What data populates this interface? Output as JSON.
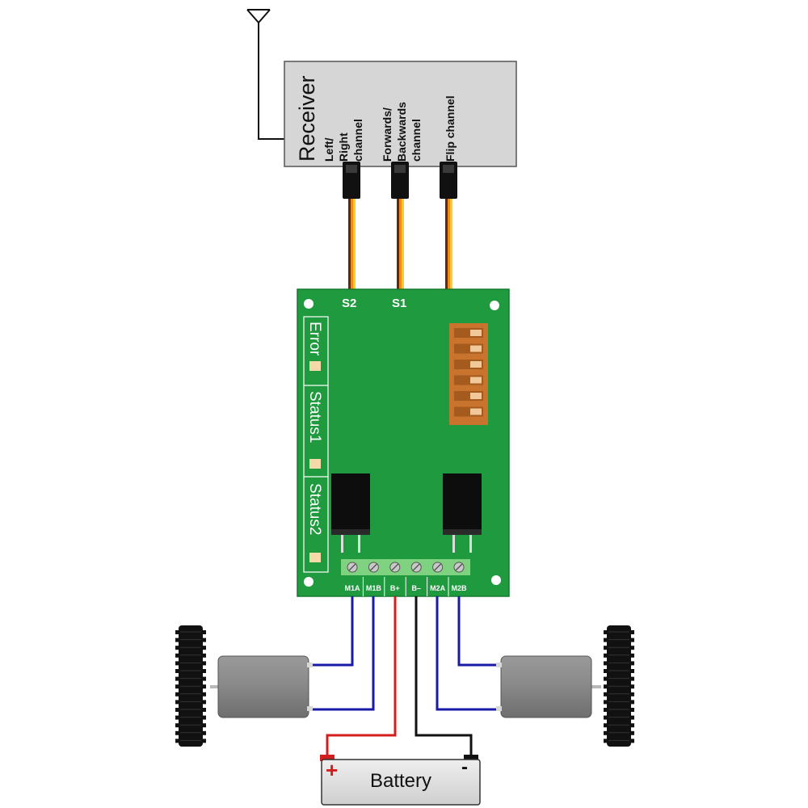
{
  "receiver": {
    "title": "Receiver",
    "channels": [
      {
        "lines": [
          "Left/",
          "Right",
          "channel"
        ]
      },
      {
        "lines": [
          "Forwards/",
          "Backwards",
          "channel"
        ]
      },
      {
        "lines": [
          "Flip channel"
        ]
      }
    ]
  },
  "controller": {
    "servo_inputs": [
      "S2",
      "S1"
    ],
    "leds": [
      "Error",
      "Status1",
      "Status2"
    ],
    "terminals": [
      "M1A",
      "M1B",
      "B+",
      "B–",
      "M2A",
      "M2B"
    ]
  },
  "battery": {
    "label": "Battery",
    "plus": "+",
    "minus": "-"
  },
  "colors": {
    "board": "#1f9a3e",
    "board_edge": "#167a30",
    "terminal": "#7fd27f",
    "dip": "#c8742e",
    "wire_blue": "#1a1aa8",
    "wire_red": "#d41e1e",
    "wire_black": "#111111",
    "servo_orange": "#f08a1c",
    "servo_yellow": "#f2d21c",
    "servo_brown": "#5a2a12",
    "motor_body": "#8c8c8c",
    "receiver_body": "#d6d6d6"
  }
}
